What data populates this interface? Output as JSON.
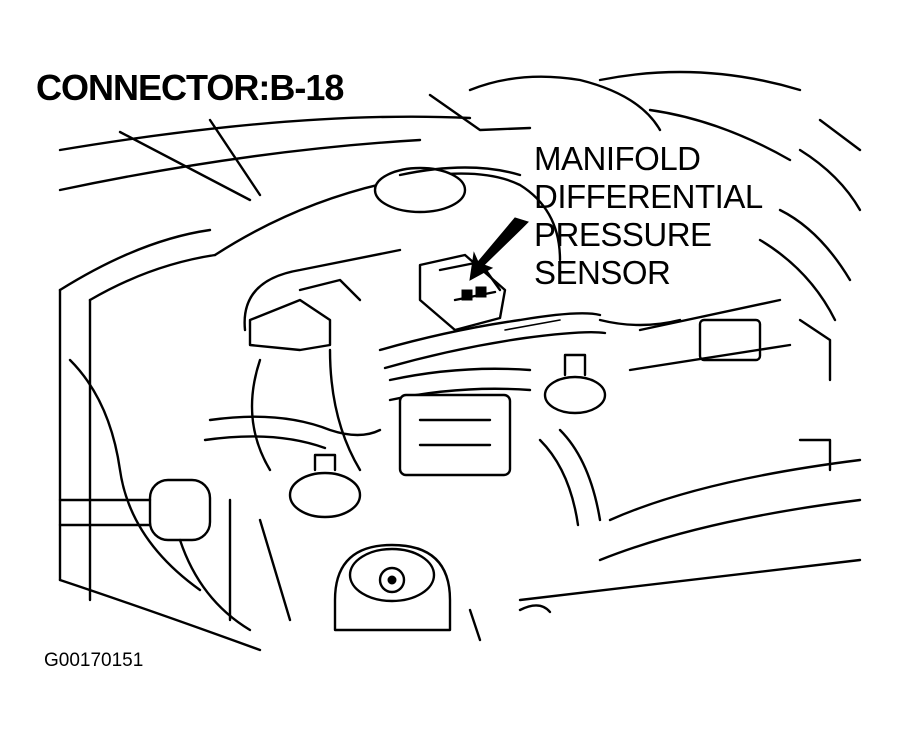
{
  "title": "CONNECTOR:B-18",
  "callout": {
    "lines": [
      "MANIFOLD",
      "DIFFERENTIAL",
      "PRESSURE",
      "SENSOR"
    ]
  },
  "figure_id": "G00170151",
  "colors": {
    "ink": "#000000",
    "paper": "#ffffff"
  }
}
